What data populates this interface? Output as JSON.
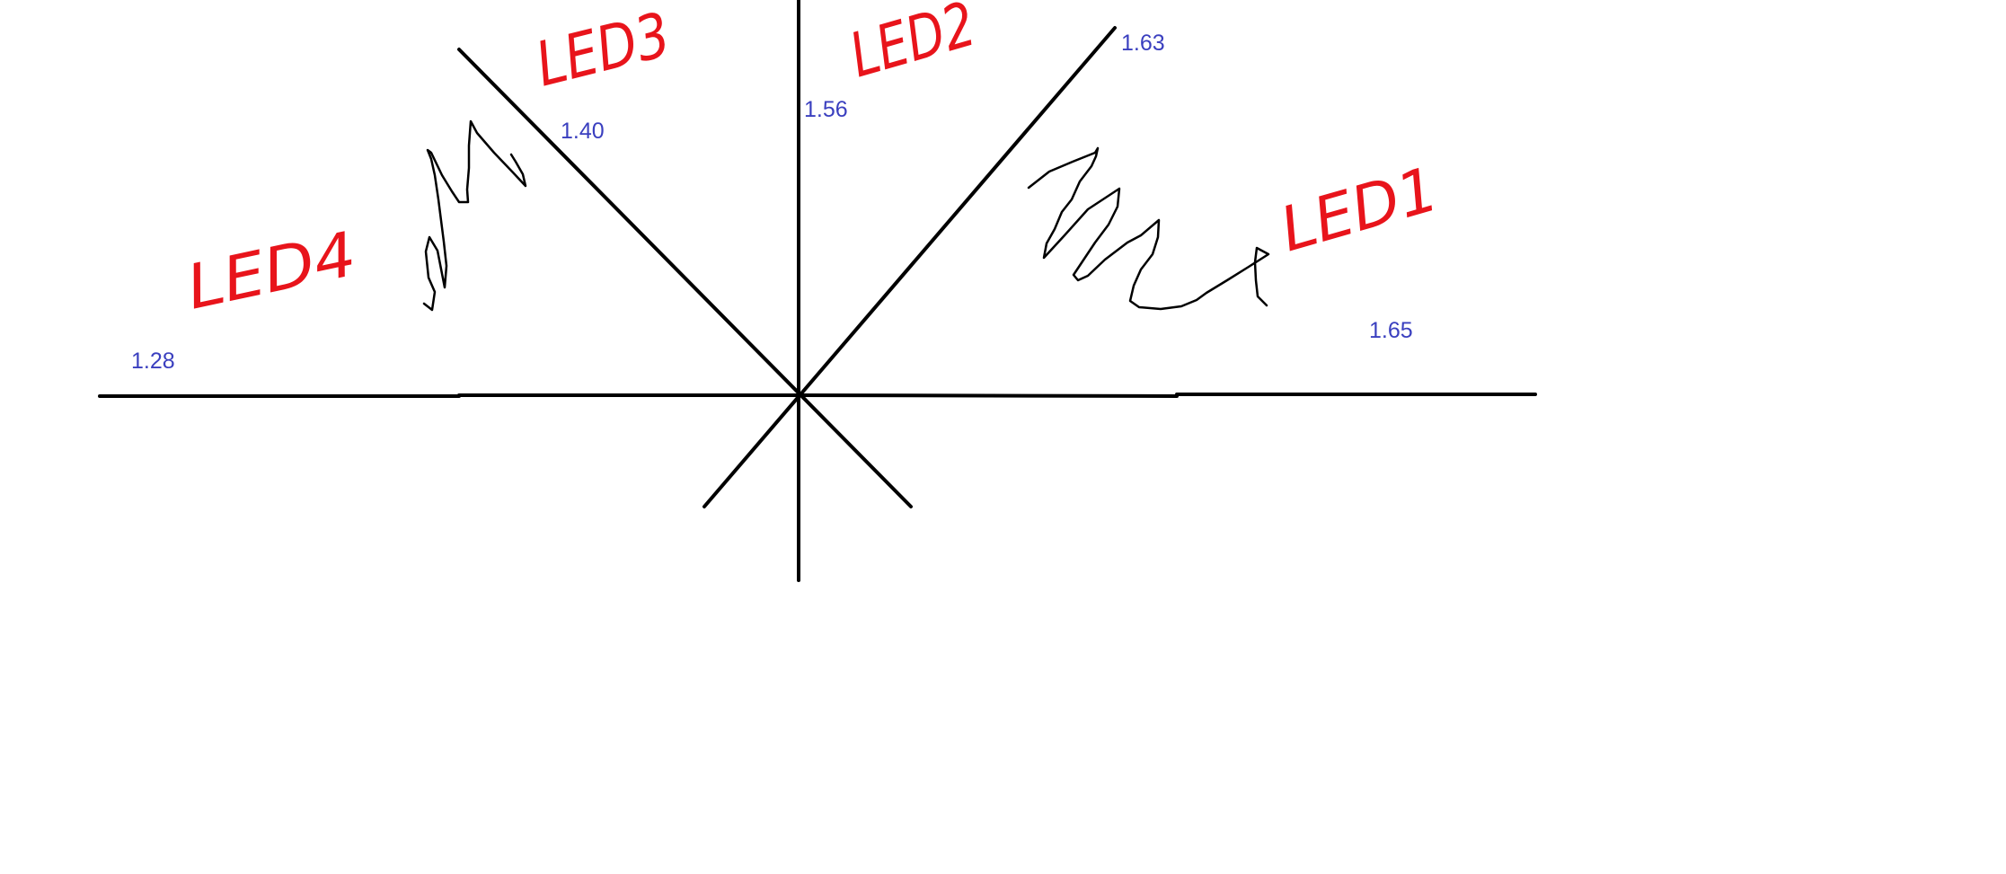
{
  "colors": {
    "background": "#ffffff",
    "line": "#000000",
    "value_label": "#3a3fbf",
    "led_label": "#e8141b"
  },
  "values": {
    "led4_direction": "1.28",
    "led3_direction": "1.40",
    "led2_direction": "1.56",
    "led2_diagonal": "1.63",
    "led1_direction": "1.65"
  },
  "led_labels": {
    "led1": "LED1",
    "led2": "LED2",
    "led3": "LED3",
    "led4": "LED4"
  }
}
